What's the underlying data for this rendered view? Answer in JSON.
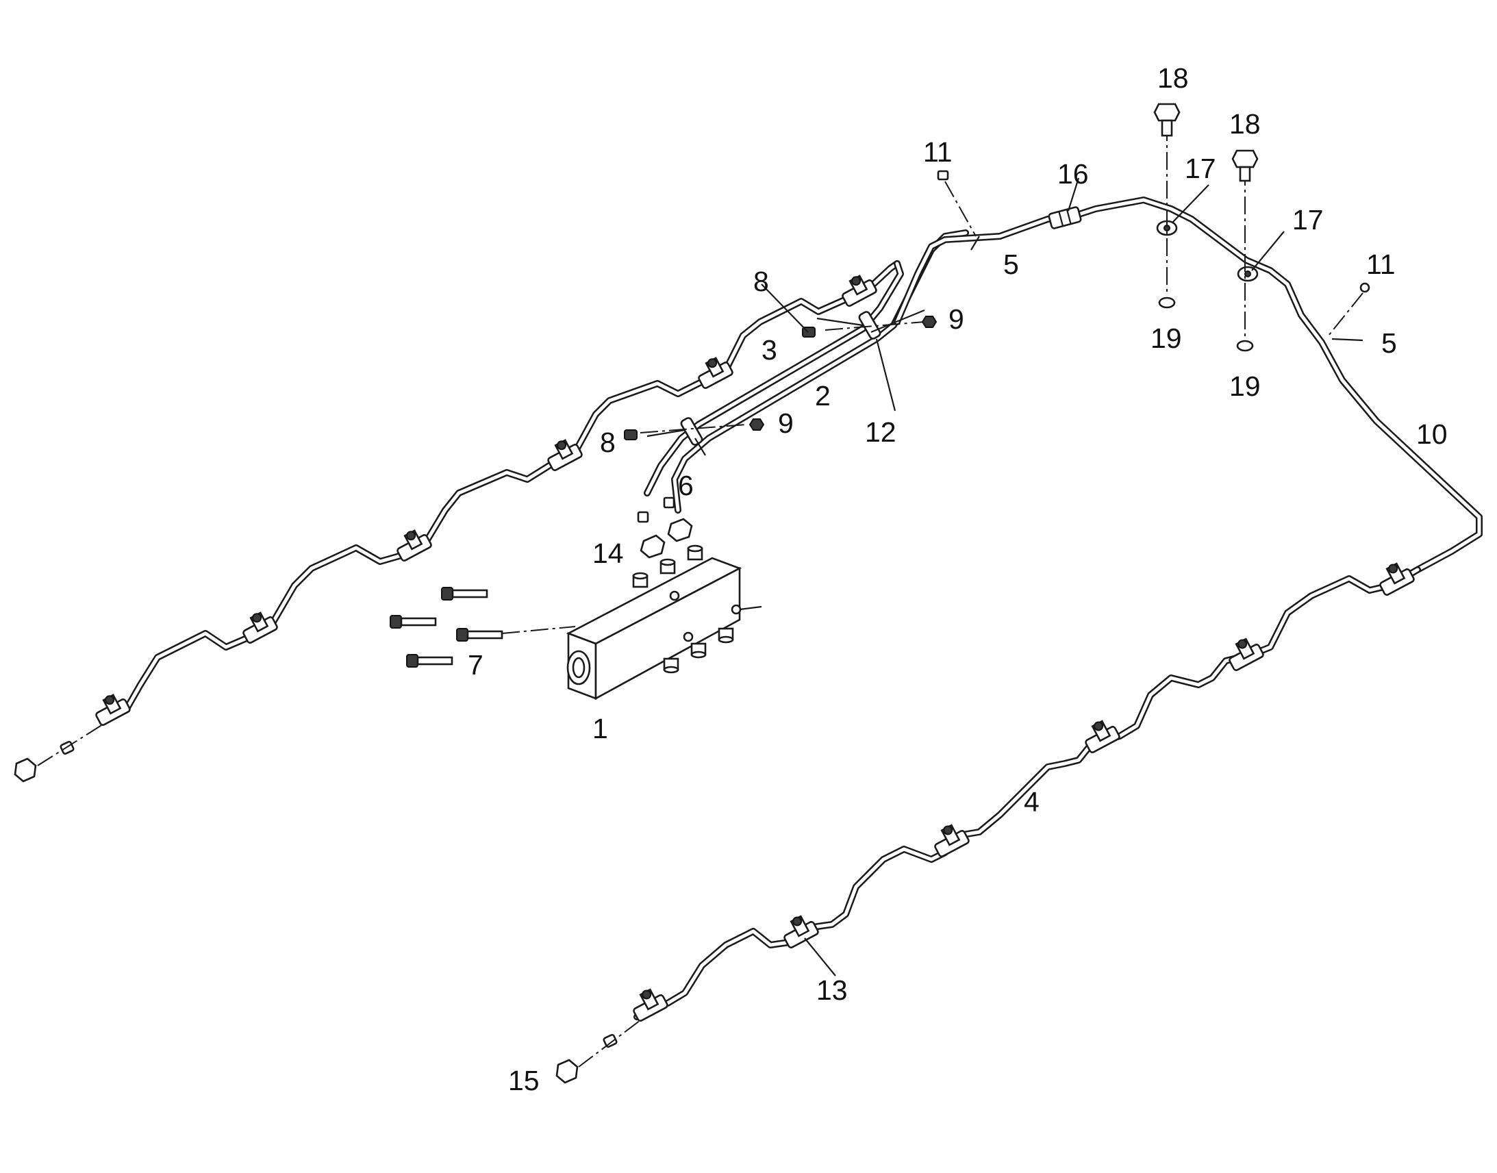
{
  "callouts": [
    {
      "id": "18a",
      "text": "18"
    },
    {
      "id": "18b",
      "text": "18"
    },
    {
      "id": "11a",
      "text": "11"
    },
    {
      "id": "16",
      "text": "16"
    },
    {
      "id": "17a",
      "text": "17"
    },
    {
      "id": "17b",
      "text": "17"
    },
    {
      "id": "11b",
      "text": "11"
    },
    {
      "id": "5a",
      "text": "5"
    },
    {
      "id": "5b",
      "text": "5"
    },
    {
      "id": "8a",
      "text": "8"
    },
    {
      "id": "9a",
      "text": "9"
    },
    {
      "id": "19a",
      "text": "19"
    },
    {
      "id": "19b",
      "text": "19"
    },
    {
      "id": "3",
      "text": "3"
    },
    {
      "id": "2",
      "text": "2"
    },
    {
      "id": "12",
      "text": "12"
    },
    {
      "id": "10",
      "text": "10"
    },
    {
      "id": "8b",
      "text": "8"
    },
    {
      "id": "9b",
      "text": "9"
    },
    {
      "id": "6",
      "text": "6"
    },
    {
      "id": "14",
      "text": "14"
    },
    {
      "id": "7",
      "text": "7"
    },
    {
      "id": "1",
      "text": "1"
    },
    {
      "id": "4",
      "text": "4"
    },
    {
      "id": "13",
      "text": "13"
    },
    {
      "id": "15",
      "text": "15"
    }
  ]
}
